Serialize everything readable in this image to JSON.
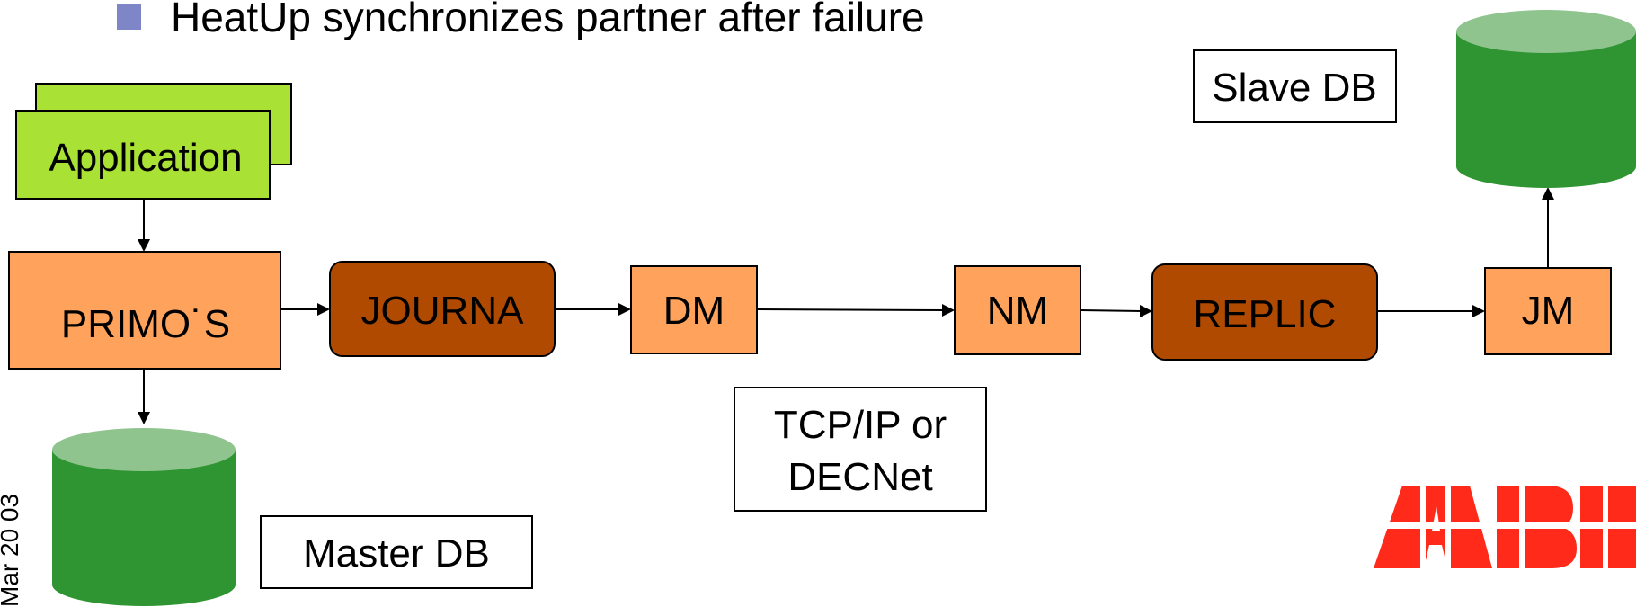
{
  "bullet": {
    "text": "HeatUp synchronizes partner after failure",
    "marker_color": "#7f86c8"
  },
  "nodes": {
    "application": "Application",
    "primos": "PRIMO˙S",
    "journa": "JOURNA",
    "dm": "DM",
    "nm": "NM",
    "replic": "REPLIC",
    "jm": "JM"
  },
  "labels": {
    "slave_db": "Slave DB",
    "master_db": "Master DB",
    "network_line1": "TCP/IP or",
    "network_line2": "DECNet"
  },
  "side_text": "Mar 20 03",
  "logo": {
    "text": "ABB",
    "color": "#ff2a1a"
  },
  "colors": {
    "application_fill": "#a9e234",
    "light_orange": "#ffa35c",
    "dark_orange": "#b04a00",
    "db_body": "#2f9432",
    "db_top": "#8fc48f"
  }
}
